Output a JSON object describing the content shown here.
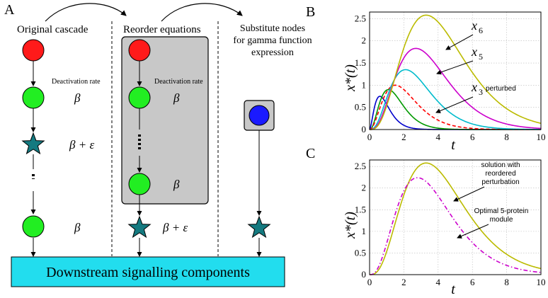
{
  "panel_a": {
    "label": "A",
    "col1_title": "Original cascade",
    "col2_title": "Reorder equations",
    "col3_title_line1": "Substitute nodes",
    "col3_title_line2": "for gamma function",
    "col3_title_line3": "expression",
    "deact_label_1": "Deactivation rate",
    "deact_label_2": "Deactivation rate",
    "rate_beta": "β",
    "rate_beta_eps": "β + ε",
    "downstream": "Downstream signalling components",
    "colors": {
      "red": "#ff1a1a",
      "green": "#22ee22",
      "blue": "#1a1aff",
      "star": "#147a80",
      "cyan": "#22ddee",
      "gray": "#c8c8c8"
    }
  },
  "panel_b": {
    "label": "B",
    "ylabel": "x*(t)",
    "xlabel": "t",
    "ann_x6": "x",
    "ann_x6_sub": "6",
    "ann_x5": "x",
    "ann_x5_sub": "5",
    "ann_x3": "x",
    "ann_x3_sub": "3",
    "ann_x3_extra": "perturbed",
    "xticks": [
      "0",
      "2",
      "4",
      "6",
      "8",
      "10"
    ],
    "yticks": [
      "0",
      "0.5",
      "1",
      "1.5",
      "2",
      "2.5"
    ]
  },
  "panel_c": {
    "label": "C",
    "ylabel": "x*(t)",
    "xlabel": "t",
    "ann_solution_line1": "solution with",
    "ann_solution_line2": "reordered",
    "ann_solution_line3": "perturbation",
    "ann_optimal_line1": "Optimal 5-protein",
    "ann_optimal_line2": "module",
    "xticks": [
      "0",
      "2",
      "4",
      "6",
      "8",
      "10"
    ],
    "yticks": [
      "0",
      "0.5",
      "1",
      "1.5",
      "2",
      "2.5"
    ]
  },
  "chart_data": [
    {
      "type": "line",
      "title": "",
      "xlabel": "t",
      "ylabel": "x*(t)",
      "xlim": [
        0,
        10
      ],
      "ylim": [
        0,
        2.65
      ],
      "grid": true,
      "series": [
        {
          "name": "",
          "color": "#0000cc",
          "style": "solid",
          "peak": [
            0.6,
            0.75
          ],
          "tail": 0.6
        },
        {
          "name": "",
          "color": "#009900",
          "style": "solid",
          "peak": [
            1.1,
            0.9
          ],
          "tail": 0.8
        },
        {
          "name": "x3 perturbed",
          "color": "#ff0000",
          "style": "dashed",
          "peak": [
            1.5,
            1.0
          ],
          "tail": 1.2
        },
        {
          "name": "",
          "color": "#00bbcc",
          "style": "solid",
          "peak": [
            2.1,
            1.35
          ],
          "tail": 1.3
        },
        {
          "name": "x5",
          "color": "#cc00cc",
          "style": "solid",
          "peak": [
            2.7,
            1.83
          ],
          "tail": 1.6
        },
        {
          "name": "x6",
          "color": "#bbbb00",
          "style": "solid",
          "peak": [
            3.3,
            2.58
          ],
          "tail": 1.9
        }
      ]
    },
    {
      "type": "line",
      "title": "",
      "xlabel": "t",
      "ylabel": "x*(t)",
      "xlim": [
        0,
        10
      ],
      "ylim": [
        0,
        2.65
      ],
      "grid": true,
      "series": [
        {
          "name": "solution with reordered perturbation",
          "color": "#bbbb00",
          "style": "solid",
          "peak": [
            3.3,
            2.58
          ],
          "tail": 1.9
        },
        {
          "name": "Optimal 5-protein module",
          "color": "#cc00cc",
          "style": "dashdot",
          "peak": [
            2.8,
            2.24
          ],
          "tail": 1.75
        }
      ]
    }
  ]
}
